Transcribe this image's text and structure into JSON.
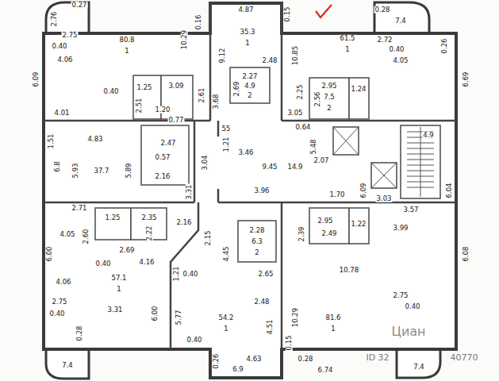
{
  "diagram": {
    "labels": [
      "0.27",
      "2.76",
      "2.75",
      "0.40",
      "4.06",
      "6.09",
      "80.8",
      "1",
      "10.29",
      "0.16",
      "0.40",
      "4.01",
      "1.25",
      "3.09",
      "1.20",
      "2.51",
      "0.77",
      "2.61",
      "4.87",
      "35.3",
      "1",
      "9.12",
      "2.48",
      "3.68",
      "2.69",
      "2.27",
      "4.9",
      "2",
      "0.15",
      "10.85",
      "61.5",
      "1",
      "0.28",
      "7.4",
      "2.72",
      "0.40",
      "4.05",
      "6.69",
      "0.26",
      "2.56",
      "2.95",
      "7.5",
      "2",
      "1.24",
      "2.25",
      "3.05",
      "0.64",
      "1.51",
      "4.83",
      "6.8",
      "5.93",
      "37.7",
      "5.89",
      "2.47",
      "0.57",
      "2.16",
      "3.31",
      "2.71",
      "3.04",
      "55",
      "1.21",
      "3.46",
      "9.45",
      "14.9",
      "5.48",
      "3.96",
      "2.07",
      "1.70",
      "4.9",
      "6.09",
      "3.03",
      "3.57",
      "6.04",
      "4.05",
      "2.60",
      "1.25",
      "2.35",
      "2.22",
      "2.69",
      "4.16",
      "1.21",
      "6.00",
      "0.40",
      "4.06",
      "57.1",
      "1",
      "2.75",
      "0.40",
      "3.31",
      "6.00",
      "0.28",
      "7.4",
      "2.16",
      "2.15",
      "2.28",
      "6.3",
      "2",
      "4.45",
      "2.65",
      "0.40",
      "2.48",
      "54.2",
      "1",
      "4.51",
      "5.77",
      "0.40",
      "0.26",
      "6.9",
      "4.63",
      "2.39",
      "2.95",
      "2.49",
      "1.22",
      "3.99",
      "6.08",
      "10.78",
      "10.29",
      "81.6",
      "1",
      "0.15",
      "0.28",
      "6.74",
      "2.75",
      "0.40",
      "7.4",
      "Циан",
      "ID 32",
      "40770"
    ]
  }
}
